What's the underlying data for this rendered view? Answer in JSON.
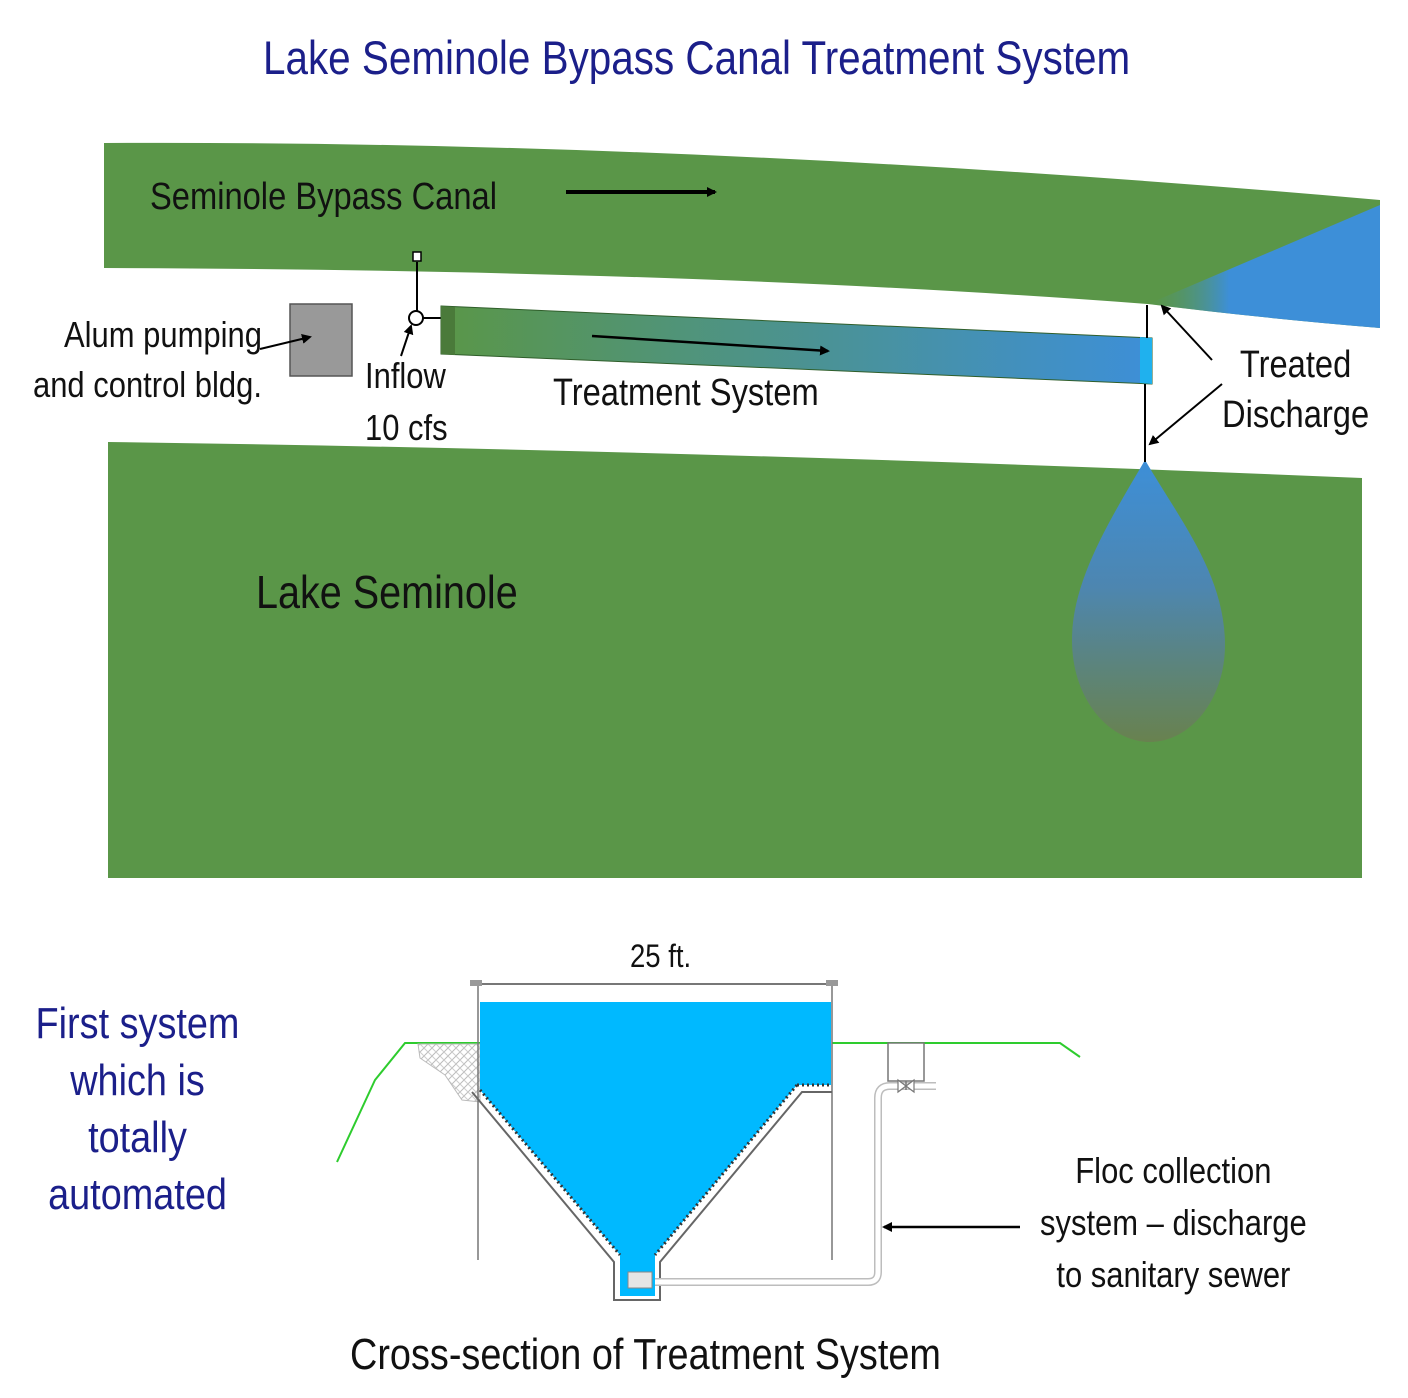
{
  "title": "Lake Seminole Bypass Canal Treatment System",
  "canal": {
    "label": "Seminole Bypass Canal"
  },
  "alum_building": {
    "line1": "Alum pumping",
    "line2": "and control bldg."
  },
  "inflow": {
    "line1": "Inflow",
    "line2": "10 cfs"
  },
  "treatment_system": {
    "label": "Treatment System"
  },
  "treated_discharge": {
    "line1": "Treated",
    "line2": "Discharge"
  },
  "lake": {
    "label": "Lake Seminole"
  },
  "note": {
    "line1": "First system",
    "line2": "which is",
    "line3": "totally",
    "line4": "automated"
  },
  "cross_section": {
    "width_label": "25 ft.",
    "floc": {
      "line1": "Floc collection",
      "line2": "system – discharge",
      "line3": "to sanitary sewer"
    },
    "caption": "Cross-section of  Treatment System"
  },
  "colors": {
    "land_green": "#5a9648",
    "water_blue": "#3d8fd8",
    "tank_water": "#00b9ff",
    "title_blue": "#1b1f8a",
    "building_gray": "#999999",
    "bank_line": "#2ecc2e"
  }
}
